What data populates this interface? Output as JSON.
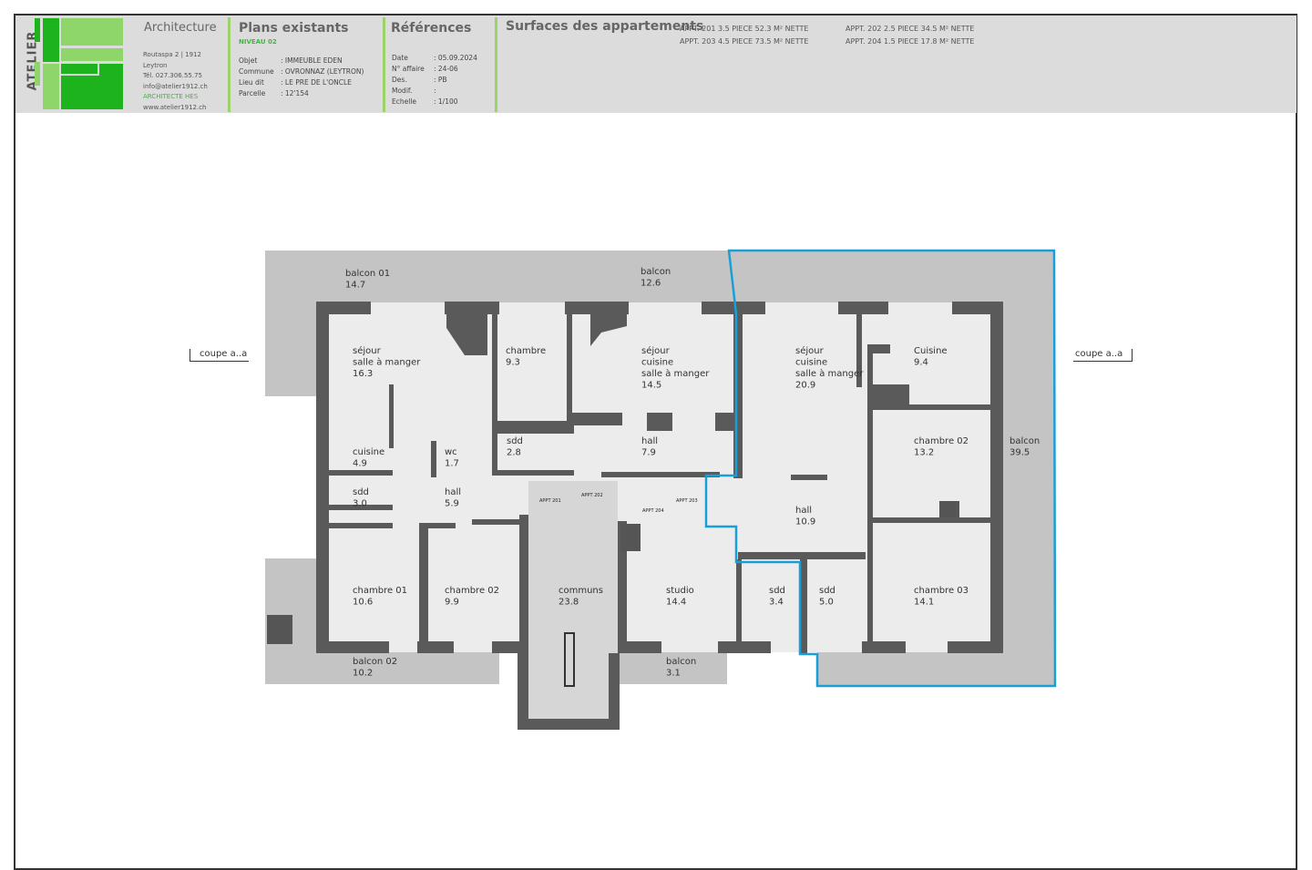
{
  "logo": {
    "text": "ATELIER",
    "colors": {
      "dark": "#1db31d",
      "light": "#8fd66a"
    }
  },
  "office": {
    "title": "Architecture",
    "address": "Routaspa 2 | 1912 Leytron",
    "tel": "Tél. 027.306.55.75",
    "email": "info@atelier1912.ch",
    "qualification": "ARCHITECTE HES",
    "web": "www.atelier1912.ch"
  },
  "plans": {
    "title": "Plans existants",
    "level": "NIVEAU 02",
    "rows": [
      {
        "k": "Objet",
        "v": ": IMMEUBLE EDEN"
      },
      {
        "k": "Commune",
        "v": ": OVRONNAZ (LEYTRON)"
      },
      {
        "k": "Lieu dit",
        "v": ": LE PRE DE L'ONCLE"
      },
      {
        "k": "Parcelle",
        "v": ": 12'154"
      }
    ]
  },
  "references": {
    "title": "Références",
    "rows": [
      {
        "k": "Date",
        "v": ": 05.09.2024"
      },
      {
        "k": "N° affaire",
        "v": ": 24-06"
      },
      {
        "k": "Des.",
        "v": ": PB"
      },
      {
        "k": "Modif.",
        "v": ":"
      },
      {
        "k": "Echelle",
        "v": ": 1/100"
      }
    ]
  },
  "surfaces": {
    "title": "Surfaces des appartements",
    "rows": [
      "APPT. 201  3.5 PIECE  52.3 M² NETTE",
      "APPT. 202  2.5 PIECE  34.5 M² NETTE",
      "APPT. 203  4.5 PIECE  73.5 M² NETTE",
      "APPT. 204  1.5 PIECE  17.8 M² NETTE"
    ]
  },
  "coupe": {
    "left": "coupe a..a",
    "right": "coupe a..a"
  },
  "highlight_color": "#1a9ed8",
  "rooms": [
    {
      "n": "balcon 01",
      "a": "14.7"
    },
    {
      "n": "balcon",
      "a": "12.6"
    },
    {
      "n": "séjour|salle à manger",
      "a": "16.3"
    },
    {
      "n": "chambre",
      "a": "9.3"
    },
    {
      "n": "séjour|cuisine|salle à manger",
      "a": "14.5"
    },
    {
      "n": "séjour|cuisine|salle à manger",
      "a": "20.9"
    },
    {
      "n": "Cuisine",
      "a": "9.4"
    },
    {
      "n": "cuisine",
      "a": "4.9"
    },
    {
      "n": "wc",
      "a": "1.7"
    },
    {
      "n": "sdd",
      "a": "2.8"
    },
    {
      "n": "hall",
      "a": "7.9"
    },
    {
      "n": "chambre 02",
      "a": "13.2"
    },
    {
      "n": "balcon",
      "a": "39.5"
    },
    {
      "n": "sdd",
      "a": "3.0"
    },
    {
      "n": "hall",
      "a": "5.9"
    },
    {
      "n": "hall",
      "a": "10.9"
    },
    {
      "n": "chambre 01",
      "a": "10.6"
    },
    {
      "n": "chambre 02",
      "a": "9.9"
    },
    {
      "n": "communs",
      "a": "23.8"
    },
    {
      "n": "studio",
      "a": "14.4"
    },
    {
      "n": "sdd",
      "a": "3.4"
    },
    {
      "n": "sdd",
      "a": "5.0"
    },
    {
      "n": "chambre 03",
      "a": "14.1"
    },
    {
      "n": "balcon 02",
      "a": "10.2"
    },
    {
      "n": "balcon",
      "a": "3.1"
    }
  ],
  "appt_markers": [
    "APPT 201",
    "APPT 202",
    "APPT 203",
    "APPT 204"
  ]
}
